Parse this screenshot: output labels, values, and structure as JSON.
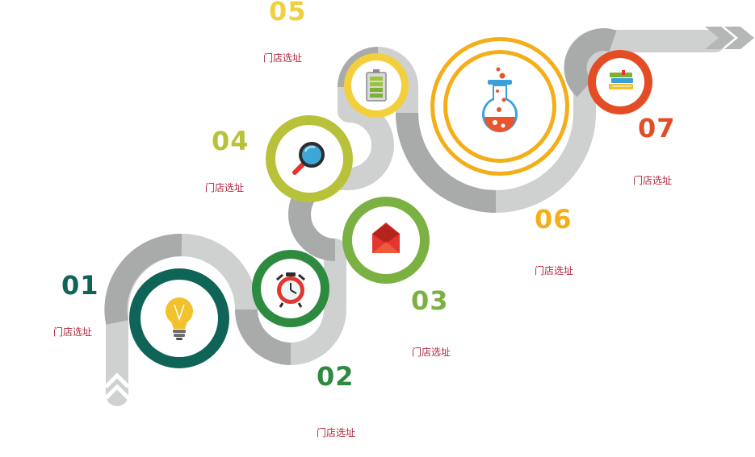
{
  "steps": [
    {
      "number": "01",
      "caption": "门店选址",
      "color": "#0e6456",
      "icon": "light-bulb-icon"
    },
    {
      "number": "02",
      "caption": "门店选址",
      "color": "#2e8a3f",
      "icon": "alarm-clock-icon"
    },
    {
      "number": "03",
      "caption": "门店选址",
      "color": "#7bb042",
      "icon": "envelope-icon"
    },
    {
      "number": "04",
      "caption": "门店选址",
      "color": "#b7c23a",
      "icon": "magnifier-icon"
    },
    {
      "number": "05",
      "caption": "门店选址",
      "color": "#f2cf3b",
      "icon": "battery-icon"
    },
    {
      "number": "06",
      "caption": "门店选址",
      "color": "#f4ae18",
      "icon": "flask-icon"
    },
    {
      "number": "07",
      "caption": "门店选址",
      "color": "#e44c26",
      "icon": "books-icon"
    }
  ],
  "caption_color": "#b0253b",
  "road_colors": {
    "light": "#cfd1d1",
    "dark": "#a9abab"
  }
}
